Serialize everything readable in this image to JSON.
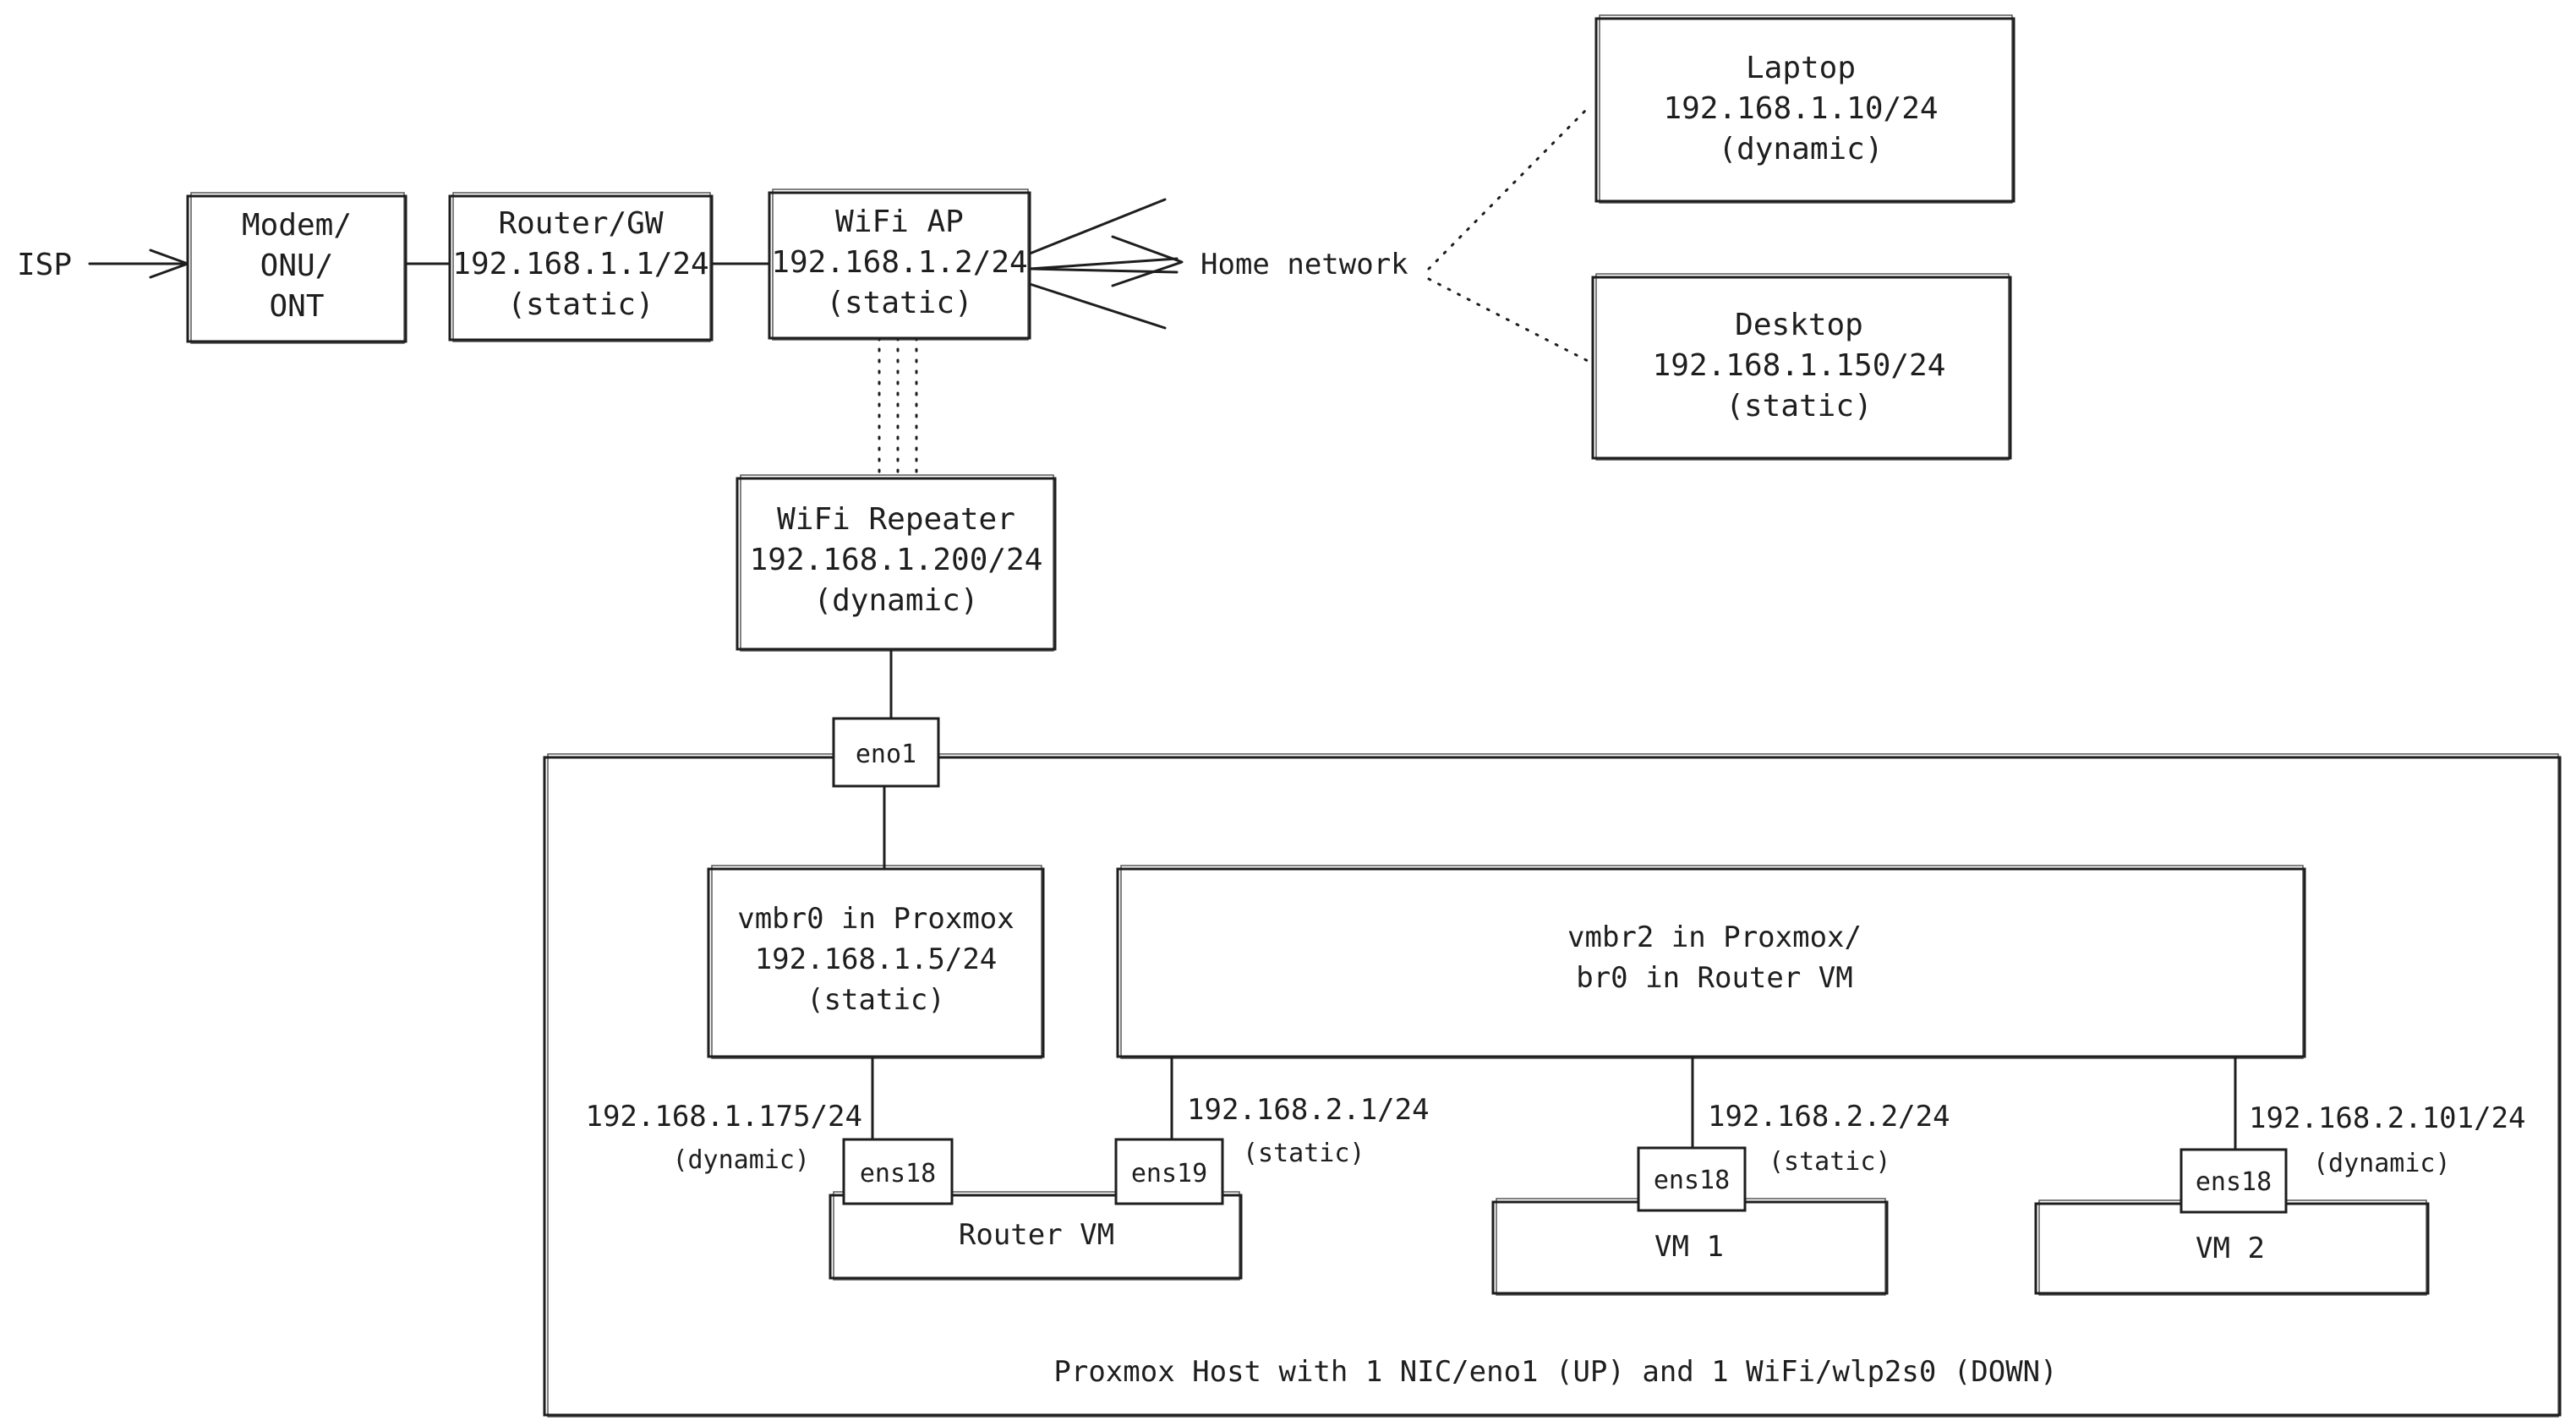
{
  "isp": {
    "label": "ISP"
  },
  "modem": {
    "lines": [
      "Modem/",
      "ONU/",
      "ONT"
    ]
  },
  "router_gw": {
    "lines": [
      "Router/GW",
      "192.168.1.1/24",
      "(static)"
    ]
  },
  "wifi_ap": {
    "lines": [
      "WiFi AP",
      "192.168.1.2/24",
      "(static)"
    ]
  },
  "home_network": {
    "label": "Home network"
  },
  "laptop": {
    "lines": [
      "Laptop",
      "192.168.1.10/24",
      "(dynamic)"
    ]
  },
  "desktop": {
    "lines": [
      "Desktop",
      "192.168.1.150/24",
      "(static)"
    ]
  },
  "wifi_repeater": {
    "lines": [
      "WiFi Repeater",
      "192.168.1.200/24",
      "(dynamic)"
    ]
  },
  "proxmox_host": {
    "eno1": "eno1",
    "caption": "Proxmox Host with 1 NIC/eno1 (UP) and 1 WiFi/wlp2s0 (DOWN)",
    "vmbr0": {
      "lines": [
        "vmbr0 in Proxmox",
        "192.168.1.5/24",
        "(static)"
      ]
    },
    "vmbr2": {
      "lines": [
        "vmbr2 in Proxmox/",
        "br0 in Router VM"
      ]
    },
    "router_vm": {
      "label": "Router VM",
      "ens18": {
        "name": "ens18",
        "ip": "192.168.1.175/24",
        "mode": "(dynamic)"
      },
      "ens19": {
        "name": "ens19",
        "ip": "192.168.2.1/24",
        "mode": "(static)"
      }
    },
    "vm1": {
      "label": "VM 1",
      "ens18": {
        "name": "ens18",
        "ip": "192.168.2.2/24",
        "mode": "(static)"
      }
    },
    "vm2": {
      "label": "VM 2",
      "ens18": {
        "name": "ens18",
        "ip": "192.168.2.101/24",
        "mode": "(dynamic)"
      }
    }
  }
}
